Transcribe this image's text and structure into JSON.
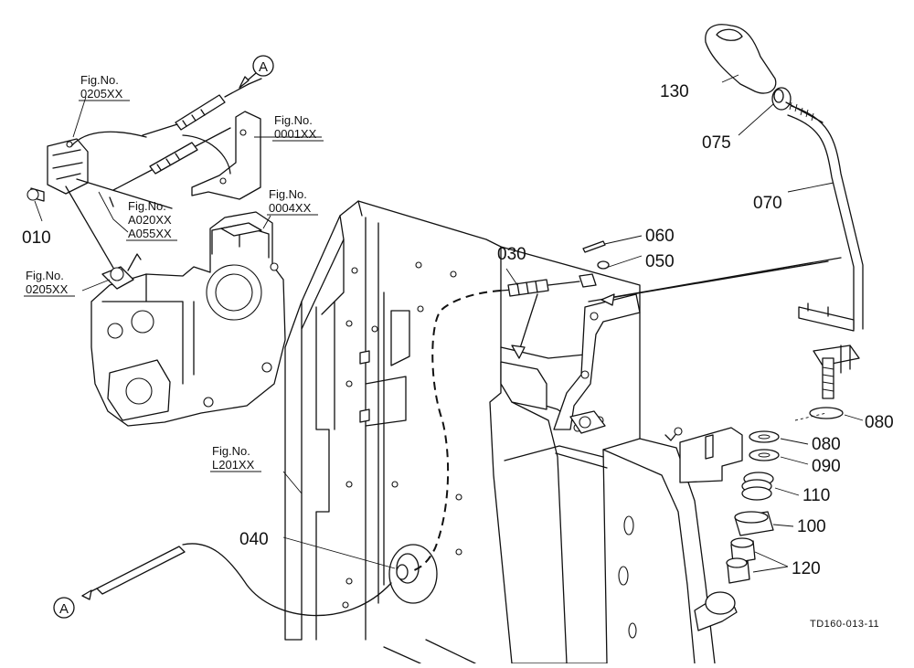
{
  "figure_code": "TD160-013-11",
  "connector_marker": "A",
  "part_labels": {
    "p010": "010",
    "p030": "030",
    "p040": "040",
    "p050": "050",
    "p060": "060",
    "p070": "070",
    "p075": "075",
    "p080a": "080",
    "p080b": "080",
    "p090": "090",
    "p100": "100",
    "p110": "110",
    "p120": "120",
    "p130": "130"
  },
  "figure_refs": {
    "ref_0205_top": {
      "prefix": "Fig.No.",
      "lines": [
        "0205XX"
      ]
    },
    "ref_0001": {
      "prefix": "Fig.No.",
      "lines": [
        "0001XX"
      ]
    },
    "ref_a020": {
      "prefix": "Fig.No.",
      "lines": [
        "A020XX",
        "A055XX"
      ]
    },
    "ref_0004": {
      "prefix": "Fig.No.",
      "lines": [
        "0004XX"
      ]
    },
    "ref_0205_bottom": {
      "prefix": "Fig.No.",
      "lines": [
        "0205XX"
      ]
    },
    "ref_l201": {
      "prefix": "Fig.No.",
      "lines": [
        "L201XX"
      ]
    }
  },
  "colors": {
    "line": "#111111",
    "paper": "#ffffff"
  }
}
